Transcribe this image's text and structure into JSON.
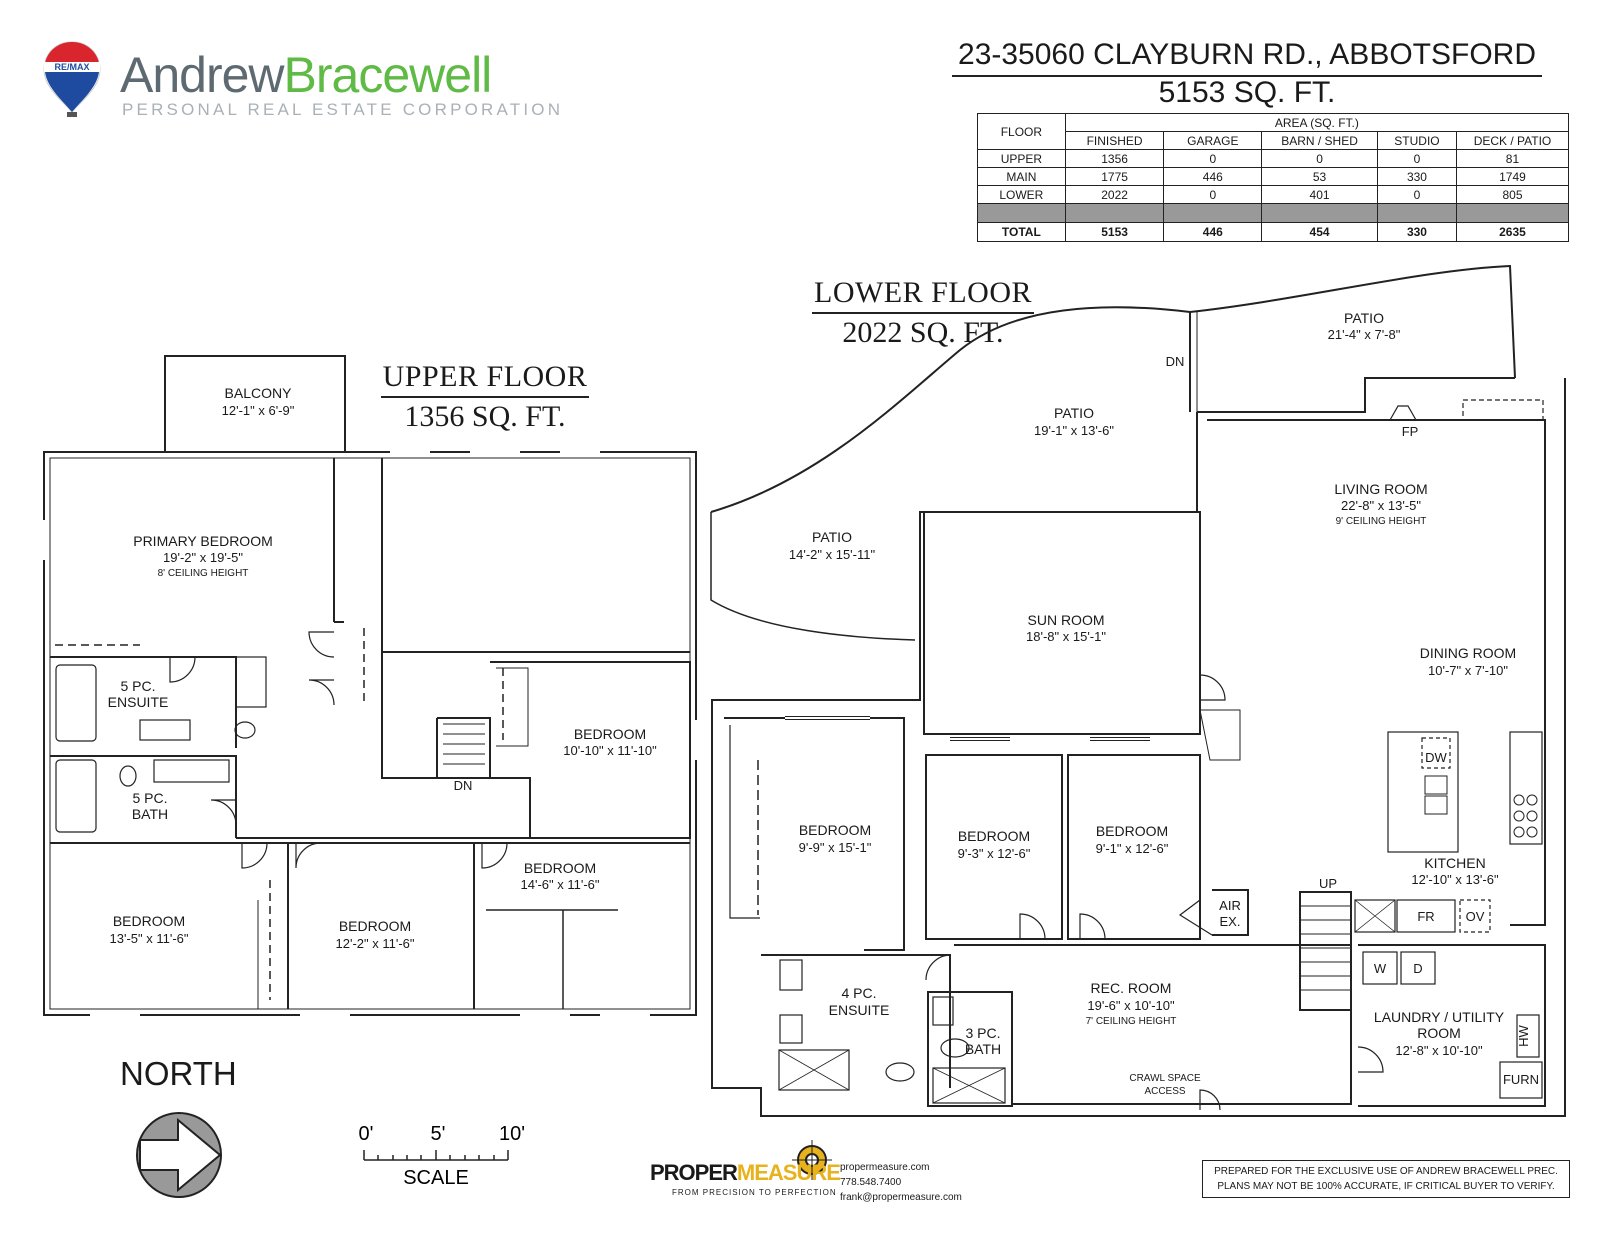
{
  "branding": {
    "realtor_badge": "RE/MAX",
    "agent_first": "Andrew",
    "agent_last": "Bracewell",
    "agent_sub": "PERSONAL REAL ESTATE CORPORATION",
    "brand_colors": {
      "gray": "#5e6a72",
      "green": "#5fba46",
      "remax_red": "#d9262e",
      "remax_blue": "#1e4ba0"
    }
  },
  "header": {
    "address": "23-35060 CLAYBURN RD., ABBOTSFORD",
    "total_sqft": "5153 SQ. FT."
  },
  "area_table": {
    "floor_header": "FLOOR",
    "area_header": "AREA (SQ. FT.)",
    "columns": [
      "FINISHED",
      "GARAGE",
      "BARN / SHED",
      "STUDIO",
      "DECK / PATIO"
    ],
    "rows": [
      {
        "floor": "UPPER",
        "values": [
          "1356",
          "0",
          "0",
          "0",
          "81"
        ]
      },
      {
        "floor": "MAIN",
        "values": [
          "1775",
          "446",
          "53",
          "330",
          "1749"
        ]
      },
      {
        "floor": "LOWER",
        "values": [
          "2022",
          "0",
          "401",
          "0",
          "805"
        ]
      }
    ],
    "total": {
      "floor": "TOTAL",
      "values": [
        "5153",
        "446",
        "454",
        "330",
        "2635"
      ]
    }
  },
  "upper_floor": {
    "title": "UPPER FLOOR",
    "sqft": "1356 SQ. FT.",
    "rooms": {
      "balcony": {
        "name": "BALCONY",
        "dims": "12'-1\" x 6'-9\""
      },
      "primary": {
        "name": "PRIMARY BEDROOM",
        "dims": "19'-2\" x 19'-5\"",
        "ceiling": "8' CEILING HEIGHT"
      },
      "ensuite5": {
        "name1": "5 PC.",
        "name2": "ENSUITE"
      },
      "bath5": {
        "name1": "5 PC.",
        "name2": "BATH"
      },
      "bed_e": {
        "name": "BEDROOM",
        "dims": "10'-10\" x 11'-10\""
      },
      "bed_sw": {
        "name": "BEDROOM",
        "dims": "13'-5\" x 11'-6\""
      },
      "bed_s": {
        "name": "BEDROOM",
        "dims": "12'-2\" x 11'-6\""
      },
      "bed_se": {
        "name": "BEDROOM",
        "dims": "14'-6\" x 11'-6\""
      }
    },
    "stair_label": "DN"
  },
  "lower_floor": {
    "title": "LOWER FLOOR",
    "sqft": "2022 SQ. FT.",
    "rooms": {
      "patio_ne": {
        "name": "PATIO",
        "dims": "21'-4\" x 7'-8\""
      },
      "patio_n": {
        "name": "PATIO",
        "dims": "19'-1\" x 13'-6\""
      },
      "patio_w": {
        "name": "PATIO",
        "dims": "14'-2\" x 15'-11\""
      },
      "sun": {
        "name": "SUN ROOM",
        "dims": "18'-8\" x 15'-1\""
      },
      "living": {
        "name": "LIVING ROOM",
        "dims": "22'-8\" x 13'-5\"",
        "ceiling": "9' CEILING HEIGHT"
      },
      "dining": {
        "name": "DINING ROOM",
        "dims": "10'-7\" x 7'-10\""
      },
      "kitchen": {
        "name": "KITCHEN",
        "dims": "12'-10\" x 13'-6\""
      },
      "bed_w": {
        "name": "BEDROOM",
        "dims": "9'-9\" x 15'-1\""
      },
      "bed_c1": {
        "name": "BEDROOM",
        "dims": "9'-3\" x 12'-6\""
      },
      "bed_c2": {
        "name": "BEDROOM",
        "dims": "9'-1\" x 12'-6\""
      },
      "ensuite4": {
        "name1": "4 PC.",
        "name2": "ENSUITE"
      },
      "bath3": {
        "name1": "3 PC.",
        "name2": "BATH"
      },
      "rec": {
        "name": "REC. ROOM",
        "dims": "19'-6\" x 10'-10\"",
        "ceiling": "7' CEILING HEIGHT"
      },
      "laundry": {
        "name1": "LAUNDRY / UTILITY",
        "name2": "ROOM",
        "dims": "12'-8\" x 10'-10\""
      }
    },
    "fixtures": {
      "fp": "FP",
      "dw": "DW",
      "fr": "FR",
      "ov": "OV",
      "w": "W",
      "d": "D",
      "hw": "HW",
      "furn": "FURN",
      "air1": "AIR",
      "air2": "EX.",
      "dn": "DN",
      "up": "UP",
      "crawl1": "CRAWL SPACE",
      "crawl2": "ACCESS"
    }
  },
  "legend": {
    "north": "NORTH",
    "scale_ticks": [
      "0'",
      "5'",
      "10'"
    ],
    "scale_label": "SCALE"
  },
  "footer": {
    "pm_word1": "PROPER",
    "pm_word2": "MEASURE",
    "pm_tagline": "FROM PRECISION TO PERFECTION",
    "pm_site": "propermeasure.com",
    "pm_phone": "778.548.7400",
    "pm_email": "frank@propermeasure.com",
    "disclaimer1": "PREPARED FOR THE EXCLUSIVE USE OF ANDREW BRACEWELL PREC.",
    "disclaimer2": "PLANS MAY NOT BE 100% ACCURATE, IF CRITICAL BUYER TO VERIFY."
  }
}
